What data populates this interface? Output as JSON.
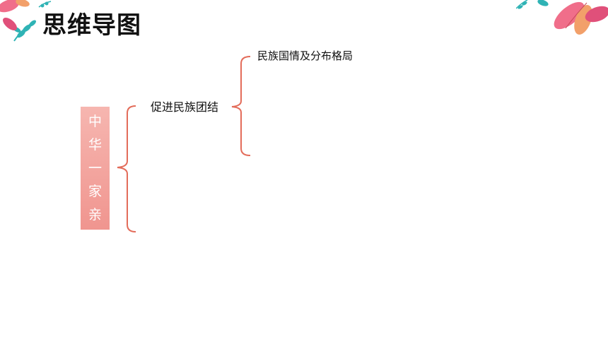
{
  "slide": {
    "title": "思维导图",
    "root": {
      "chars": [
        "中",
        "华",
        "一",
        "家",
        "亲"
      ]
    },
    "branch": {
      "label": "促进民族团结"
    },
    "leaf": {
      "label": "民族国情及分布格局"
    }
  },
  "colors": {
    "bracket": "#e36c5a",
    "root_box_top": "#f6b6b0",
    "root_box_bottom": "#f0958f",
    "decor_teal": "#2fb3b5",
    "decor_pink": "#f06e8a",
    "decor_orange": "#f2a06a"
  },
  "icons": [
    "floral-corner-decoration-left",
    "floral-corner-decoration-right"
  ]
}
